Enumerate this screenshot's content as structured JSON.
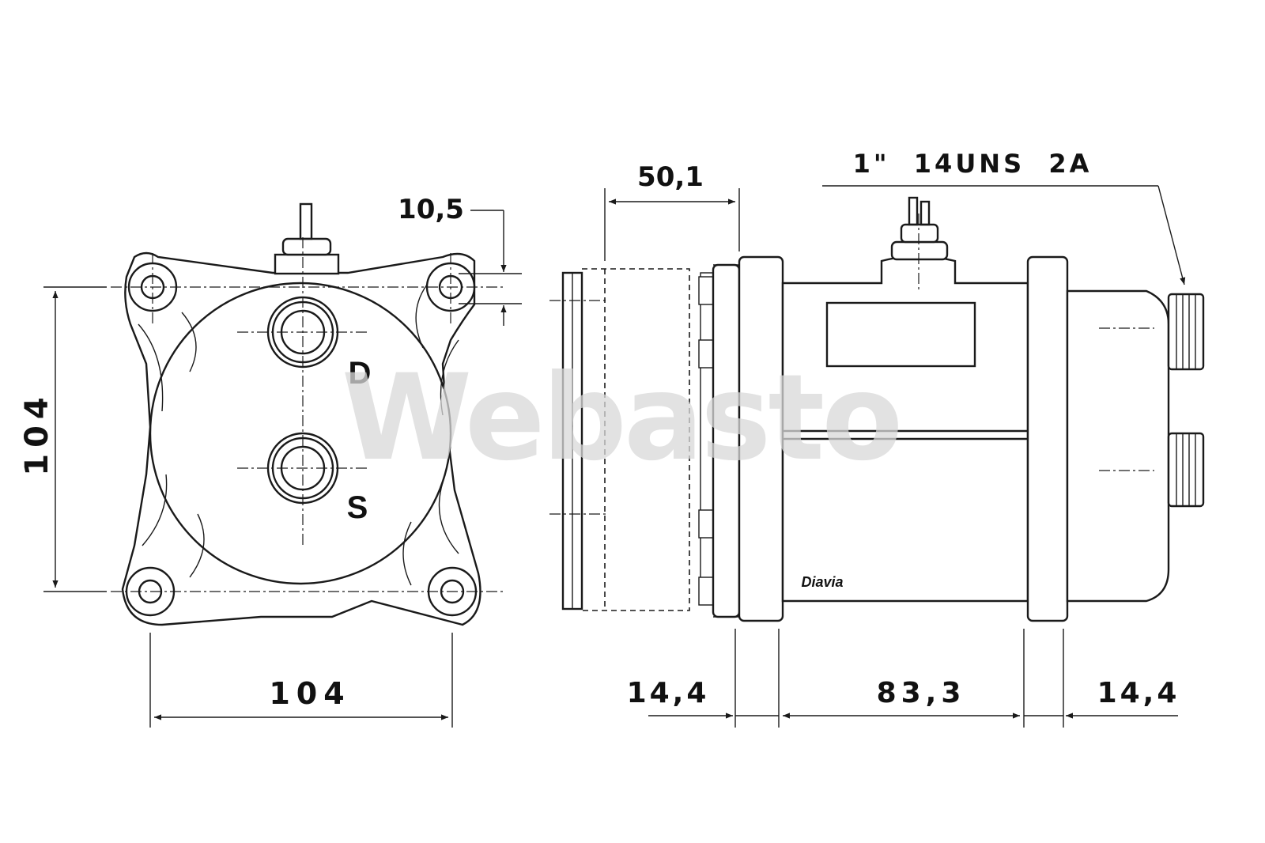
{
  "dimensions": {
    "front_height": "104",
    "front_width": "104",
    "mount_offset": "10,5",
    "clutch_length": "50,1",
    "flange_front": "14,4",
    "body_length": "83,3",
    "flange_rear": "14,4"
  },
  "thread_spec": "1\"  14UNS  2A",
  "ports": {
    "discharge": "D",
    "suction": "S"
  },
  "nameplate": "Diavia",
  "watermark": "Webasto",
  "colors": {
    "line": "#1a1a1a",
    "watermark": "#d8d8d8",
    "background": "#ffffff"
  }
}
